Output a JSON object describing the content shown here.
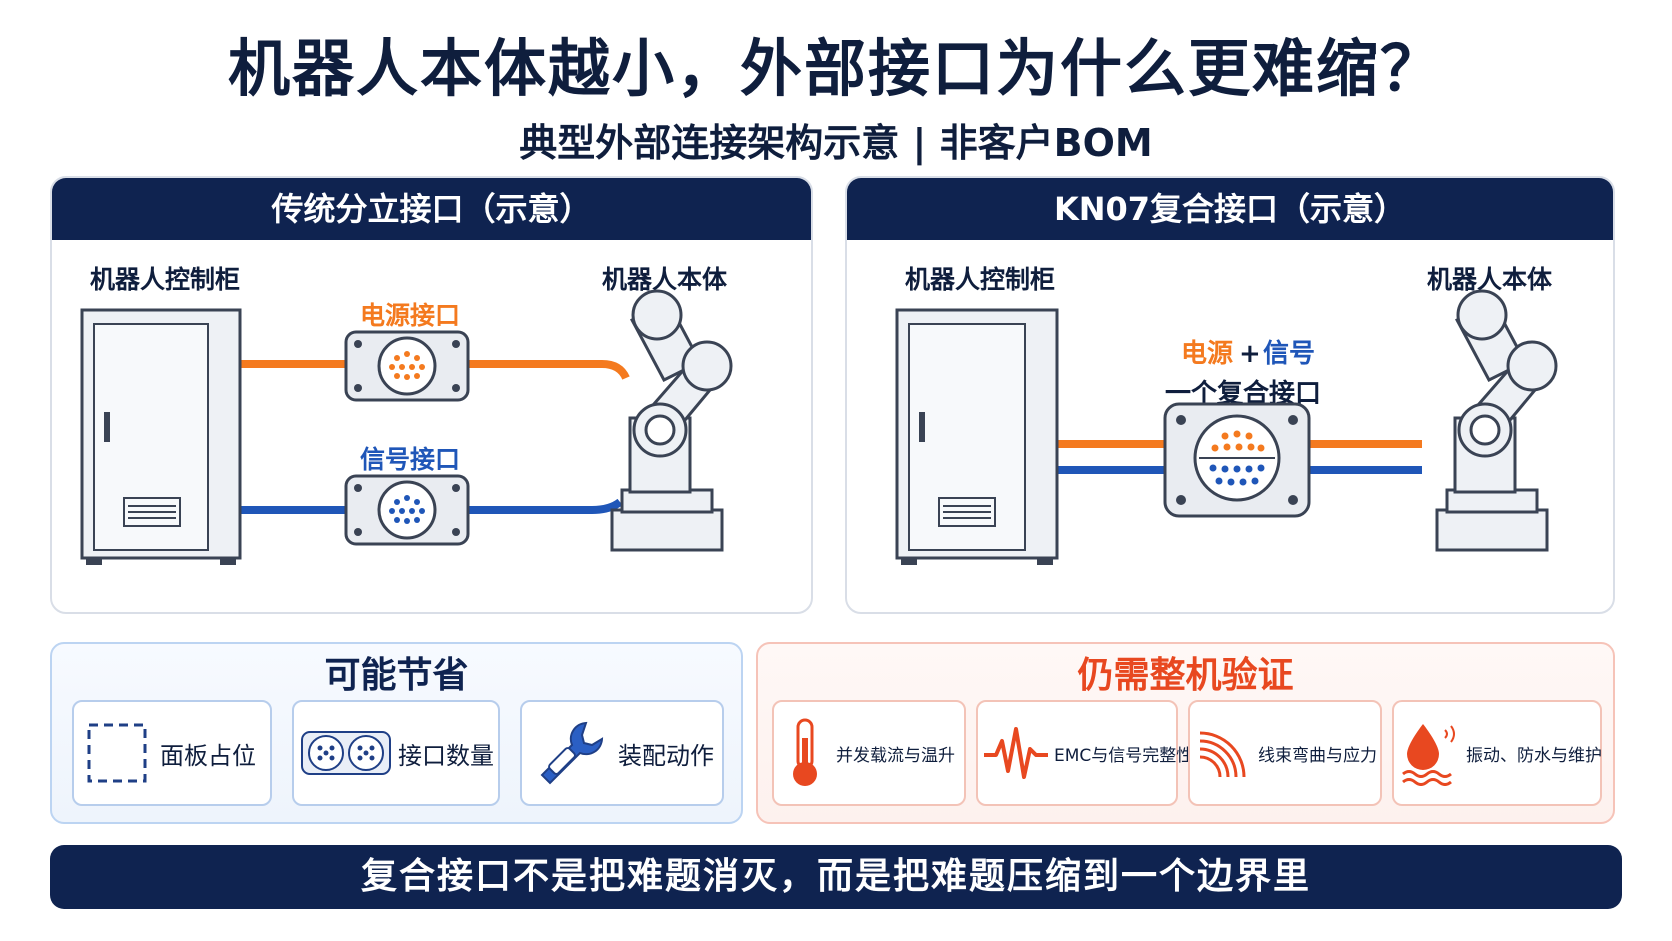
{
  "title": "机器人本体越小，外部接口为什么更难缩？",
  "subtitle": "典型外部连接架构示意 | 非客户BOM",
  "left_panel": {
    "header": "传统分立接口（示意）",
    "cabinet_label": "机器人控制柜",
    "robot_label": "机器人本体",
    "power_label": "电源接口",
    "signal_label": "信号接口"
  },
  "right_panel": {
    "header": "KN07复合接口（示意）",
    "cabinet_label": "机器人控制柜",
    "robot_label": "机器人本体",
    "power_word": "电源",
    "plus": "+",
    "signal_word": "信号",
    "combined_label": "一个复合接口"
  },
  "benefits": {
    "title": "可能节省",
    "items": [
      {
        "label": "面板占位",
        "icon": "dashed-square-icon"
      },
      {
        "label": "接口数量",
        "icon": "connector-pair-icon"
      },
      {
        "label": "装配动作",
        "icon": "wrench-icon"
      }
    ]
  },
  "validation": {
    "title": "仍需整机验证",
    "items": [
      {
        "label": "并发载流与温升",
        "icon": "thermometer-icon"
      },
      {
        "label": "EMC与信号完整性",
        "icon": "waveform-icon"
      },
      {
        "label": "线束弯曲与应力",
        "icon": "cable-bend-icon"
      },
      {
        "label": "振动、防水与维护",
        "icon": "water-drop-icon"
      }
    ]
  },
  "footer": "复合接口不是把难题消灭，而是把难题压缩到一个边界里",
  "colors": {
    "navy": "#0f2350",
    "power": "#f47a1f",
    "signal": "#1f56b8",
    "alert": "#e84820"
  }
}
